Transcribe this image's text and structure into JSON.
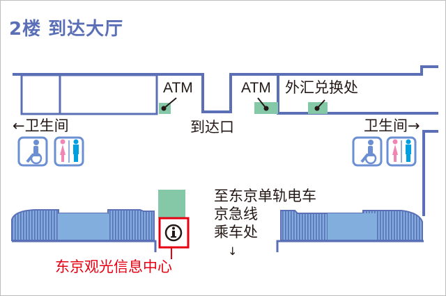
{
  "title": "2楼 到达大厅",
  "labels": {
    "atm_left": "ATM",
    "atm_right": "ATM",
    "currency_exchange": "外汇兑换处",
    "restroom_left": "←卫生间",
    "restroom_right": "卫生间→",
    "arrival_exit": "到达口",
    "monorail_line1": "至东京单轨电车",
    "monorail_line2": "京急线",
    "monorail_line3": "乘车处",
    "monorail_arrow": "↓",
    "tourist_info": "东京观光信息中心"
  },
  "icons": {
    "restroom_left_accessible": "wheelchair-icon",
    "restroom_left_gender": "restroom-icon",
    "restroom_right_accessible": "wheelchair-icon",
    "restroom_right_gender": "restroom-icon",
    "info": "info-icon"
  },
  "colors": {
    "wall": "#5a6fb6",
    "platform": "#82aedd",
    "service_marker": "#84c8a8",
    "info_red": "#e60012",
    "female": "#ef86b4",
    "male": "#00a0e0",
    "text": "#231815"
  }
}
